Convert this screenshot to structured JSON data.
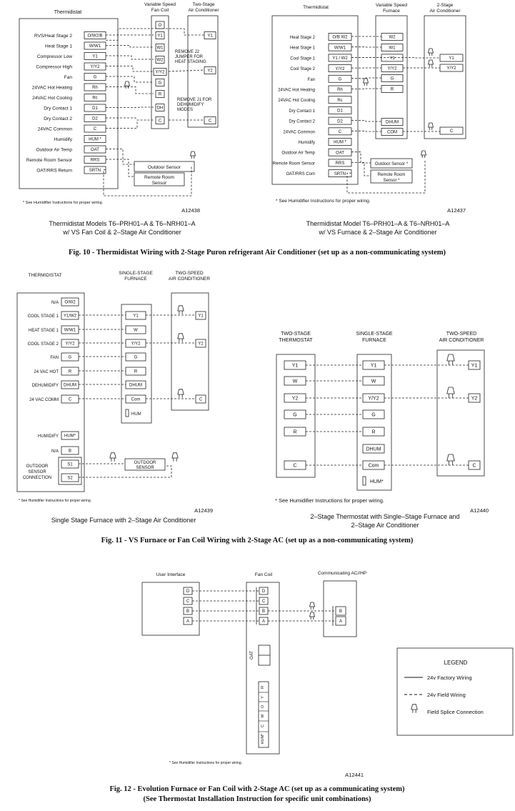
{
  "fig10": {
    "left": {
      "thermidistat_label": "Thermidistat",
      "fan_coil_label": [
        "Variable Speed",
        "Fan Coil"
      ],
      "ac_label": [
        "Two-Stage",
        "Air Conditioner"
      ],
      "rows": [
        {
          "name": "RVS/Heat Stage 2",
          "term": "O/W2/B",
          "fc": "Y1"
        },
        {
          "name": "Heat Stage 1",
          "term": "W/W1",
          "fc": "W1"
        },
        {
          "name": "Compressor Low",
          "term": "Y1",
          "fc": "W2"
        },
        {
          "name": "Compressor High",
          "term": "Y/Y2",
          "fc": "Y/Y2"
        },
        {
          "name": "Fan",
          "term": "G",
          "fc": "G"
        },
        {
          "name": "24VAC Hot Heating",
          "term": "Rh",
          "fc": "R"
        },
        {
          "name": "24VAC Hot Cooling",
          "term": "Rc",
          "fc": ""
        },
        {
          "name": "Dry Contact 1",
          "term": "D1",
          "fc": "DH"
        },
        {
          "name": "Dry Contact 2",
          "term": "D2",
          "fc": ""
        },
        {
          "name": "24VAC Common",
          "term": "C",
          "fc": "C"
        },
        {
          "name": "Humidify",
          "term": "HUM *",
          "fc": ""
        },
        {
          "name": "Outdoor Air Temp",
          "term": "OAT",
          "fc": ""
        },
        {
          "name": "Remote Room Sensor",
          "term": "RRS",
          "fc": ""
        },
        {
          "name": "OAT/RRS Return",
          "term": "SRTN",
          "fc": ""
        }
      ],
      "top_terminal": "O",
      "ac_terms": [
        "Y1",
        "Y2",
        "C"
      ],
      "note1": [
        "REMOVE J2",
        "JUMPER FOR",
        "HEAT STAGING"
      ],
      "note2": [
        "REMOVE J1 FOR",
        "DEHUMIDIFY",
        "MODES"
      ],
      "outdoor_sensor": "Outdoor Sensor",
      "remote_room_sensor": [
        "Remote Room",
        "Sensor"
      ],
      "footnote": "* See Humidifier Instructions for proper wiring.",
      "code": "A12438",
      "caption": [
        "Thermidistat Models T6–PRH01–A & T6–NRH01–A",
        "w/ VS Fan Coil & 2–Stage Air Conditioner"
      ]
    },
    "right": {
      "thermidistat_label": "Thermidistat",
      "furnace_label": [
        "Variable Speed",
        "Furnace"
      ],
      "ac_label": [
        "2-Stage",
        "Air Conditioner"
      ],
      "rows": [
        {
          "name": "Heat Stage 2",
          "term": "O/B W2",
          "fu": "W2"
        },
        {
          "name": "Heat Stage 1",
          "term": "W/W1",
          "fu": "W1"
        },
        {
          "name": "Cool Stage 1",
          "term": "Y1 / W2",
          "fu": "Y1"
        },
        {
          "name": "Cool Stage 2",
          "term": "Y/Y2",
          "fu": "Y/Y2"
        },
        {
          "name": "Fan",
          "term": "G",
          "fu": "G"
        },
        {
          "name": "24VAC Hot Heating",
          "term": "Rh",
          "fu": "R"
        },
        {
          "name": "24VAC Hot Cooling",
          "term": "Rc",
          "fu": ""
        },
        {
          "name": "Dry Contact 1",
          "term": "D1",
          "fu": ""
        },
        {
          "name": "Dry Contact 2",
          "term": "D2",
          "fu": "DHUM"
        },
        {
          "name": "24VAC Common",
          "term": "C",
          "fu": "COM"
        },
        {
          "name": "Humidify",
          "term": "HUM *",
          "fu": ""
        },
        {
          "name": "Outdoor Air Temp",
          "term": "OAT",
          "fu": ""
        },
        {
          "name": "Remote Room Sensor",
          "term": "RRS",
          "fu": ""
        },
        {
          "name": "OAT/RRS Com",
          "term": "SRTN",
          "fu": ""
        }
      ],
      "ac_terms": [
        "Y1",
        "Y/Y2",
        "C"
      ],
      "outdoor_sensor": "Outdoor Sensor *",
      "remote_room_sensor": [
        "Remote Room",
        "Sensor *"
      ],
      "footnote": "* See Humidifier Instructions for proper wiring.",
      "code": "A12437",
      "caption": [
        "Thermidistat Model T6–PRH01–A & T6–NRH01–A",
        "w/ VS Furnace & 2–Stage Air Conditioner"
      ]
    },
    "figure_caption": "Fig. 10 - Thermidistat Wiring with 2-Stage Puron refrigerant Air Conditioner (set up as a non-communicating system)"
  },
  "fig11": {
    "left": {
      "thermidistat_label": "THERMIDISTAT",
      "furnace_label": [
        "SINGLE-STAGE",
        "FURNACE"
      ],
      "ac_label": [
        "TWO-SPEED",
        "AIR CONDITIONER"
      ],
      "rows": [
        {
          "name": "N/A",
          "term": "O/W2",
          "fu": ""
        },
        {
          "name": "COOL STAGE 1",
          "term": "Y1/W2",
          "fu": "Y1"
        },
        {
          "name": "HEAT STAGE 1",
          "term": "W/W1",
          "fu": "W"
        },
        {
          "name": "COOL STAGE 2",
          "term": "Y/Y2",
          "fu": "Y/Y2"
        },
        {
          "name": "FAN",
          "term": "G",
          "fu": "G"
        },
        {
          "name": "24 VAC HOT",
          "term": "R",
          "fu": "R"
        },
        {
          "name": "DEHUMIDIFY",
          "term": "DHUM",
          "fu": "DHUM"
        },
        {
          "name": "24 VAC COMM",
          "term": "C",
          "fu": "Com"
        }
      ],
      "rows2": [
        {
          "name": "HUMIDIFY",
          "term": "HUM*"
        },
        {
          "name": "N/A",
          "term": "B"
        }
      ],
      "sensor_connection": [
        "OUTDOOR",
        "SENSOR",
        "CONNECTION"
      ],
      "s_terms": [
        "S1",
        "S2"
      ],
      "hum_label": "HUM",
      "ac_terms": [
        "Y1",
        "Y2",
        "C"
      ],
      "outdoor_sensor": [
        "OUTDOOR",
        "SENSOR"
      ],
      "footnote": "* See Humidifier Instructions for proper wiring.",
      "code": "A12439",
      "caption": "Single Stage Furnace with 2–Stage Air Conditioner"
    },
    "right": {
      "thermostat_label": [
        "TWO-STAGE",
        "THERMOSTAT"
      ],
      "furnace_label": [
        "SINGLE-STAGE",
        "FURNACE"
      ],
      "ac_label": [
        "TWO-SPEED",
        "AIR CONDITIONER"
      ],
      "rows": [
        {
          "term": "Y1",
          "fu": "Y1"
        },
        {
          "term": "W",
          "fu": "W"
        },
        {
          "term": "Y2",
          "fu": "Y/Y2"
        },
        {
          "term": "G",
          "fu": "G"
        },
        {
          "term": "R",
          "fu": "R"
        }
      ],
      "dhum": "DHUM",
      "c_term": "C",
      "com_term": "Com",
      "hum_label": "HUM*",
      "ac_terms": [
        "Y1",
        "Y2",
        "C"
      ],
      "footnote": "* See Humidifier Instructions for proper wiring.",
      "code": "A12440",
      "caption": [
        "2–Stage Thermostat with Single–Stage Furnace and",
        "2–Stage Air Conditioner"
      ]
    },
    "figure_caption": "Fig. 11 - VS Furnace or Fan Coil Wiring with 2-Stage AC (set up as a non-communicating system)"
  },
  "fig12": {
    "ui_label": "User Interface",
    "fc_label": "Fan Coil",
    "ac_label": "Communicating AC//HP",
    "terms": [
      "D",
      "C",
      "B",
      "A"
    ],
    "ac_terms": [
      "B",
      "A"
    ],
    "oat_label": "OAT",
    "strip": [
      "R",
      "Y",
      "O",
      "W",
      "C",
      "HUM*"
    ],
    "legend_title": "LEGEND",
    "legend_factory": "24v Factory Wiring",
    "legend_field": "24v Field Wiring",
    "legend_splice": "Field Splice Connection",
    "footnote": "* See Humidifier Instructions for proper wiring.",
    "code": "A12441",
    "figure_caption": [
      "Fig. 12 - Evolution Furnace or Fan Coil with 2-Stage AC (set up as a communicating system)",
      "(See Thermostat Installation Instruction  for specific unit combinations)"
    ]
  }
}
